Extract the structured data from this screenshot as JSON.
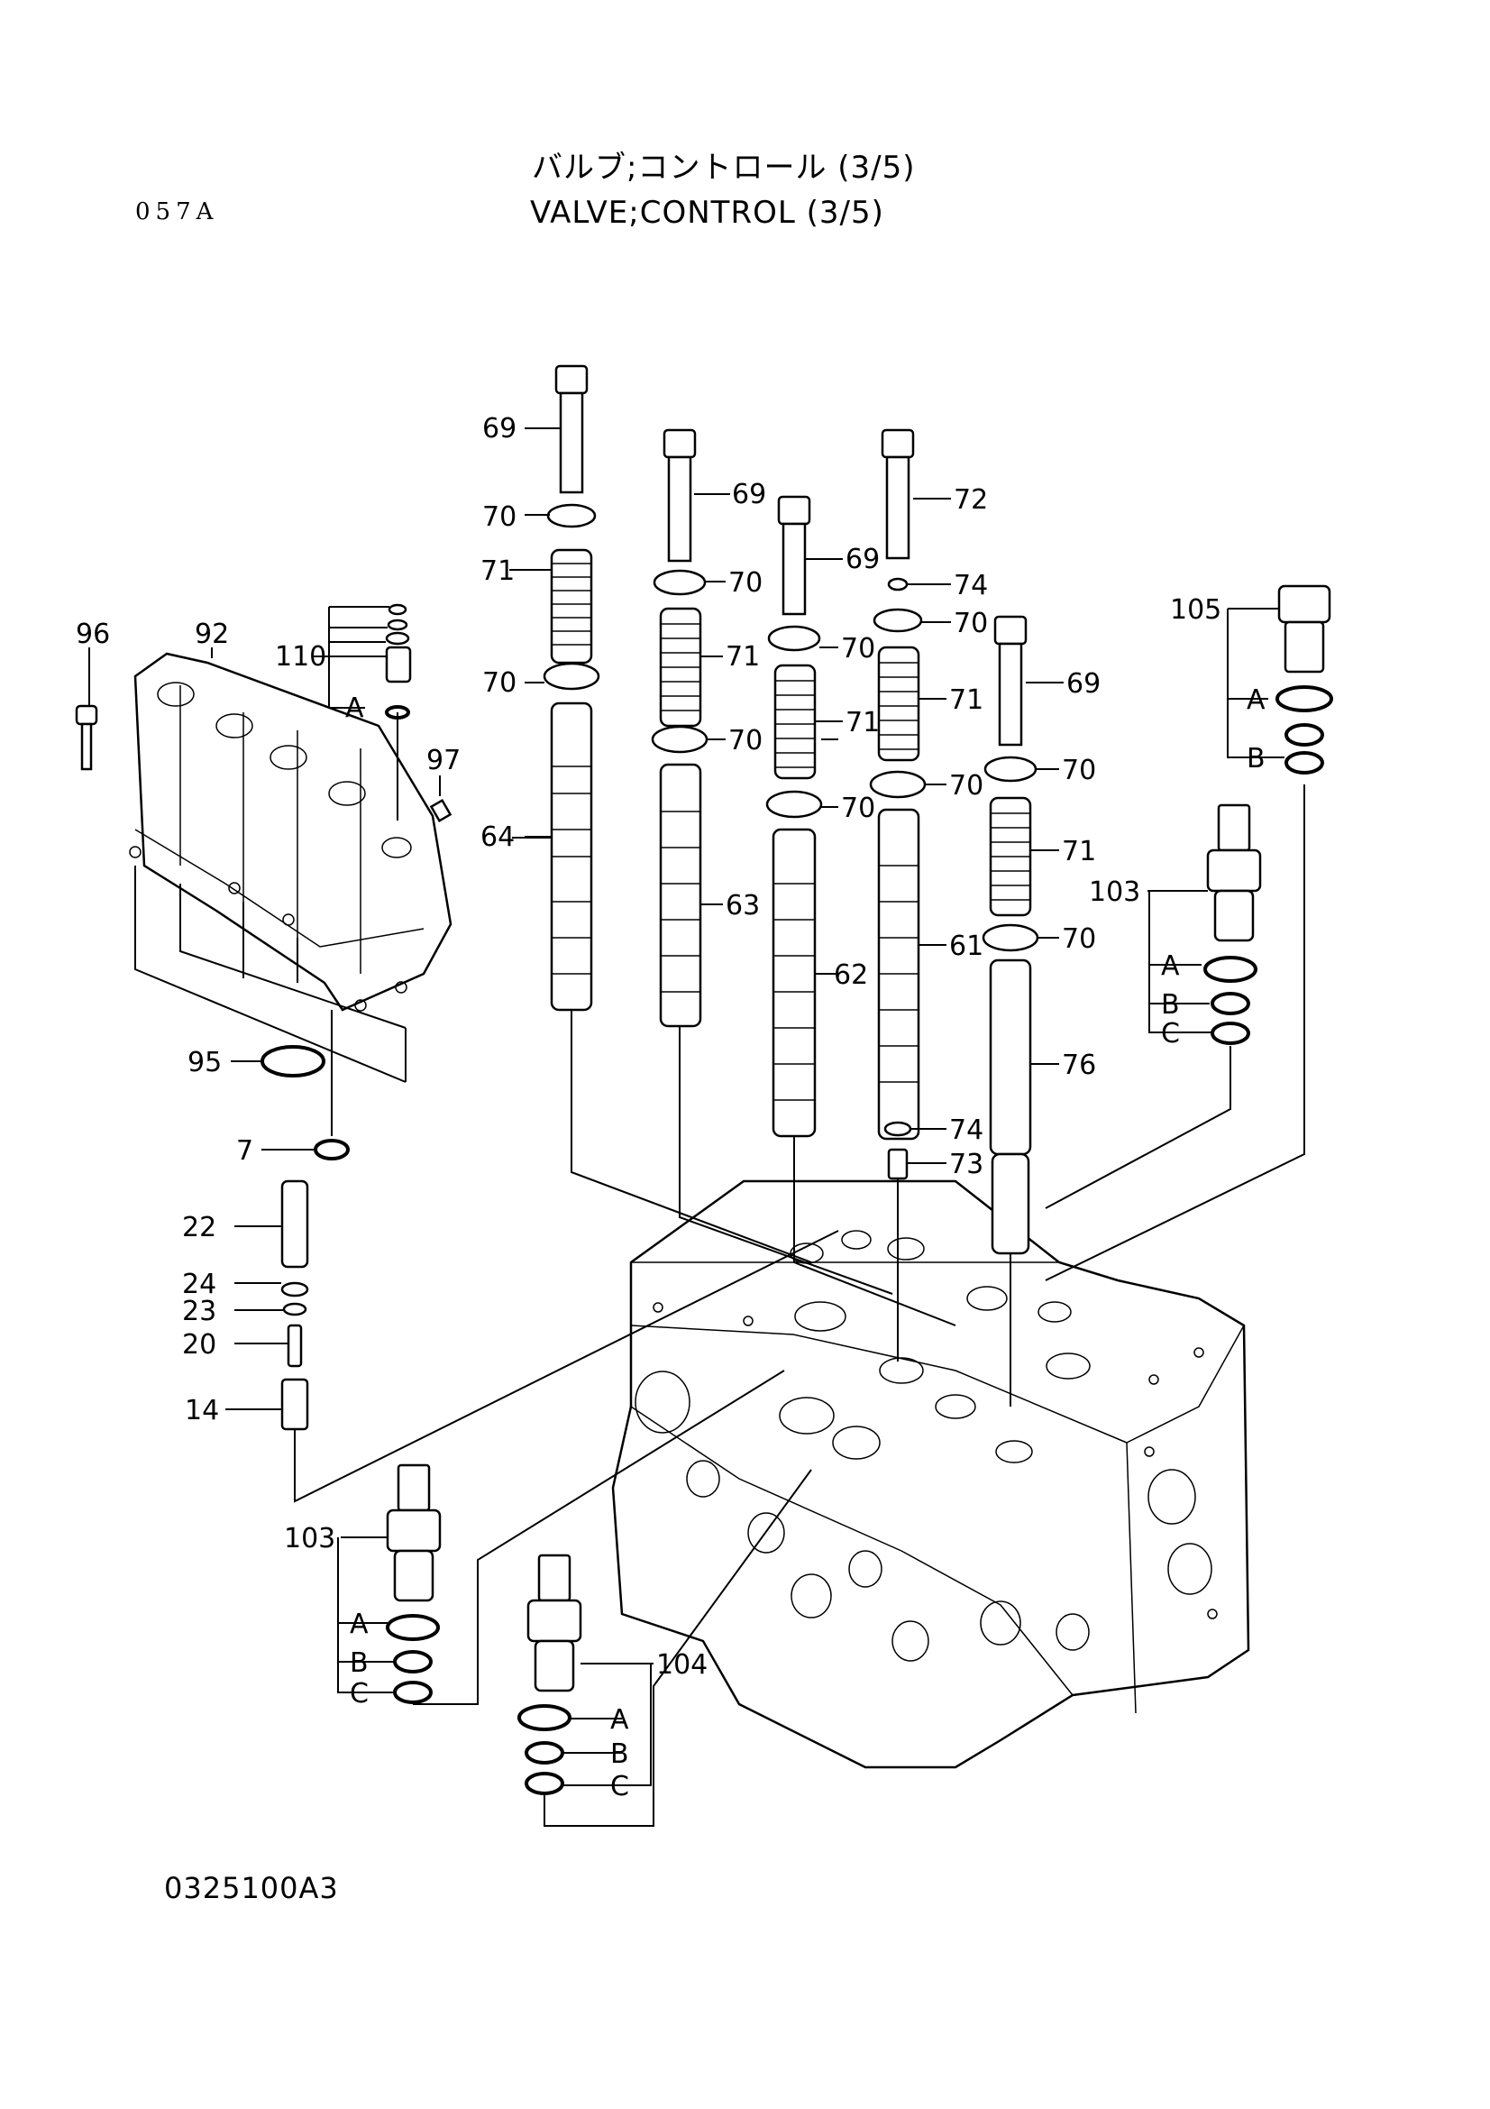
{
  "header": {
    "title_jp": "バルブ;コントロール (3/5)",
    "title_en": "VALVE;CONTROL (3/5)",
    "page_code": "057A"
  },
  "footer": {
    "figure_code": "0325100A3"
  },
  "callouts": [
    {
      "id": "69a",
      "label": "69"
    },
    {
      "id": "70a",
      "label": "70"
    },
    {
      "id": "71a",
      "label": "71"
    },
    {
      "id": "70b",
      "label": "70"
    },
    {
      "id": "64",
      "label": "64"
    },
    {
      "id": "69b",
      "label": "69"
    },
    {
      "id": "70c",
      "label": "70"
    },
    {
      "id": "71b",
      "label": "71"
    },
    {
      "id": "70d",
      "label": "70"
    },
    {
      "id": "63",
      "label": "63"
    },
    {
      "id": "69c",
      "label": "69"
    },
    {
      "id": "70e",
      "label": "70"
    },
    {
      "id": "71c",
      "label": "71"
    },
    {
      "id": "70f",
      "label": "70"
    },
    {
      "id": "62",
      "label": "62"
    },
    {
      "id": "72",
      "label": "72"
    },
    {
      "id": "74a",
      "label": "74"
    },
    {
      "id": "70g",
      "label": "70"
    },
    {
      "id": "71d",
      "label": "71"
    },
    {
      "id": "70h",
      "label": "70"
    },
    {
      "id": "61",
      "label": "61"
    },
    {
      "id": "74b",
      "label": "74"
    },
    {
      "id": "73",
      "label": "73"
    },
    {
      "id": "69d",
      "label": "69"
    },
    {
      "id": "70i",
      "label": "70"
    },
    {
      "id": "71e",
      "label": "71"
    },
    {
      "id": "70j",
      "label": "70"
    },
    {
      "id": "76",
      "label": "76"
    },
    {
      "id": "105",
      "label": "105"
    },
    {
      "id": "105A",
      "label": "A"
    },
    {
      "id": "105B",
      "label": "B"
    },
    {
      "id": "103r",
      "label": "103"
    },
    {
      "id": "103rA",
      "label": "A"
    },
    {
      "id": "103rB",
      "label": "B"
    },
    {
      "id": "103rC",
      "label": "C"
    },
    {
      "id": "96",
      "label": "96"
    },
    {
      "id": "92",
      "label": "92"
    },
    {
      "id": "110",
      "label": "110"
    },
    {
      "id": "110A",
      "label": "A"
    },
    {
      "id": "97",
      "label": "97"
    },
    {
      "id": "95",
      "label": "95"
    },
    {
      "id": "7",
      "label": "7"
    },
    {
      "id": "22",
      "label": "22"
    },
    {
      "id": "24",
      "label": "24"
    },
    {
      "id": "23",
      "label": "23"
    },
    {
      "id": "20",
      "label": "20"
    },
    {
      "id": "14",
      "label": "14"
    },
    {
      "id": "103l",
      "label": "103"
    },
    {
      "id": "103lA",
      "label": "A"
    },
    {
      "id": "103lB",
      "label": "B"
    },
    {
      "id": "103lC",
      "label": "C"
    },
    {
      "id": "104",
      "label": "104"
    },
    {
      "id": "104A",
      "label": "A"
    },
    {
      "id": "104B",
      "label": "B"
    },
    {
      "id": "104C",
      "label": "C"
    }
  ]
}
